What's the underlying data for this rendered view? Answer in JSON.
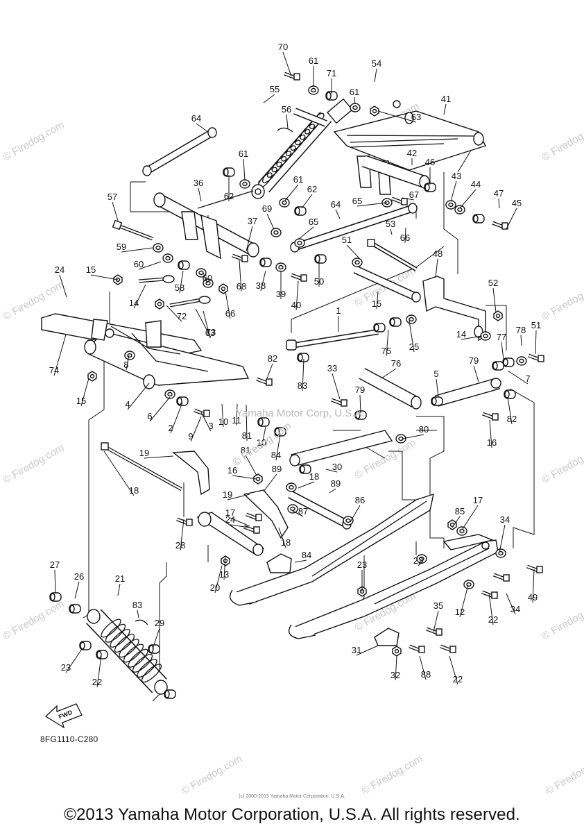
{
  "diagram": {
    "drawing_code": "8FG1110-C280",
    "copyright": "©2013 Yamaha Motor Corporation, U.S.A. All rights reserved.",
    "fine_print": "(c) 2000-2015 Yamaha Motor Corporation, U.S.A.",
    "center_watermark": "Yamaha Motor Corp, U.S.A.",
    "watermark_text": "© Firedog.com",
    "fwd_label": "FWD"
  },
  "callouts": [
    "70",
    "61",
    "71",
    "54",
    "55",
    "56",
    "61",
    "63",
    "41",
    "64",
    "61",
    "62",
    "42",
    "46",
    "43",
    "44",
    "47",
    "45",
    "36",
    "61",
    "62",
    "57",
    "65",
    "67",
    "69",
    "64",
    "53",
    "37",
    "65",
    "66",
    "59",
    "51",
    "60",
    "38",
    "39",
    "40",
    "48",
    "24",
    "15",
    "68",
    "58",
    "60",
    "52",
    "14",
    "63",
    "66",
    "50",
    "15",
    "72",
    "1",
    "74",
    "77",
    "78",
    "51",
    "14",
    "73",
    "75",
    "25",
    "15",
    "8",
    "82",
    "83",
    "33",
    "76",
    "79",
    "5",
    "4",
    "6",
    "2",
    "3",
    "10",
    "11",
    "81",
    "79",
    "7",
    "9",
    "10",
    "84",
    "80",
    "16",
    "19",
    "81",
    "82",
    "30",
    "18",
    "16",
    "89",
    "18",
    "19",
    "87",
    "89",
    "86",
    "85",
    "17",
    "17",
    "24",
    "18",
    "28",
    "84",
    "34",
    "22",
    "27",
    "13",
    "23",
    "26",
    "20",
    "21",
    "83",
    "49",
    "34",
    "12",
    "35",
    "22",
    "29",
    "31",
    "32",
    "88",
    "22",
    "23",
    "22"
  ]
}
